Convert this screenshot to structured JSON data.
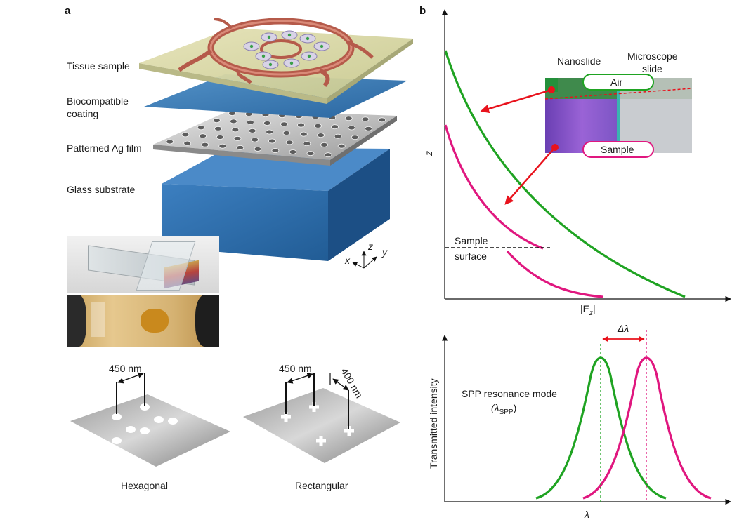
{
  "panel_a": {
    "label": "a",
    "layers": [
      "Tissue sample",
      "Biocompatible\ncoating",
      "Patterned Ag film",
      "Glass substrate"
    ],
    "axes": {
      "x": "x",
      "y": "y",
      "z": "z"
    },
    "hexagonal": {
      "spacing": "450 nm",
      "caption": "Hexagonal"
    },
    "rectangular": {
      "spacing_1": "450 nm",
      "spacing_2": "400 nm",
      "caption": "Rectangular"
    }
  },
  "panel_b": {
    "label": "b",
    "inset": {
      "nanoslide": "Nanoslide",
      "microscope_1": "Microscope",
      "microscope_2": "slide",
      "air": "Air",
      "sample": "Sample"
    },
    "top_plot": {
      "ylabel": "z",
      "xlabel_pre": "|E",
      "xlabel_sub": "z",
      "xlabel_post": "|",
      "surface_1": "Sample",
      "surface_2": "surface"
    },
    "bottom_plot": {
      "ylabel": "Transmitted intensity",
      "xlabel": "λ",
      "delta": "Δλ",
      "mode_1": "SPP resonance mode",
      "mode_2": "(λ",
      "mode_sub": "SPP",
      "mode_3": ")"
    }
  },
  "colors": {
    "green": "#1fa322",
    "magenta": "#e0177f",
    "red": "#e8121c",
    "blue": "#2e6fa8"
  }
}
